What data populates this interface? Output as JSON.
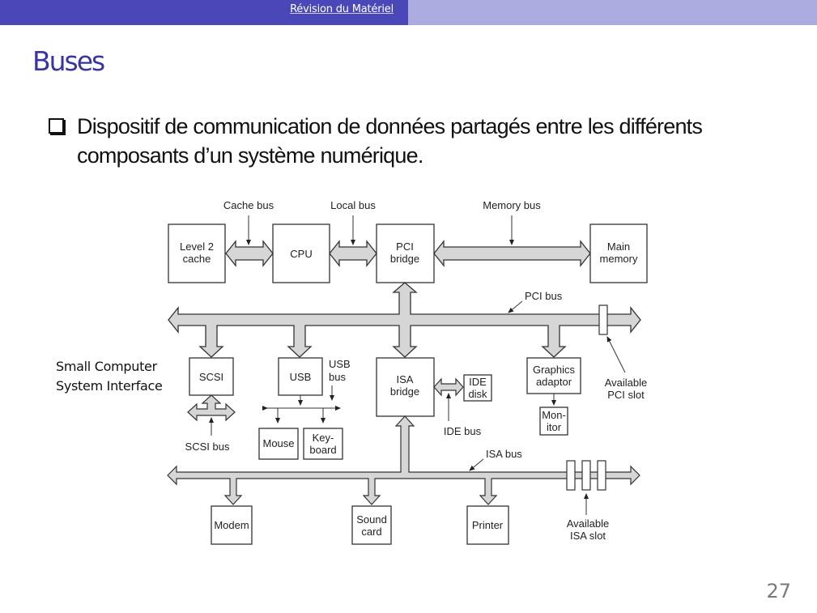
{
  "header": {
    "section_title": "Révision du Matériel",
    "colors": {
      "bar_dark": "#4a48b8",
      "bar_light": "#acabdf",
      "title": "#3734a6"
    }
  },
  "slide": {
    "title": "Buses",
    "bullet_icon": "checkbox-square-icon",
    "bullet_text": "Dispositif de communication de données partagés entre les différents composants d’un système numérique.",
    "side_annotation": [
      "Small Computer",
      "System Interface"
    ],
    "page_number": "27"
  },
  "diagram": {
    "components": {
      "l2cache": [
        "Level 2",
        "cache"
      ],
      "cpu": [
        "CPU"
      ],
      "pci_bridge": [
        "PCI",
        "bridge"
      ],
      "main_memory": [
        "Main",
        "memory"
      ],
      "scsi": [
        "SCSI"
      ],
      "usb": [
        "USB"
      ],
      "isa_bridge": [
        "ISA",
        "bridge"
      ],
      "ide_disk": [
        "IDE",
        "disk"
      ],
      "graphics": [
        "Graphics",
        "adaptor"
      ],
      "monitor": [
        "Mon-",
        "itor"
      ],
      "mouse": [
        "Mouse"
      ],
      "keyboard": [
        "Key-",
        "board"
      ],
      "modem": [
        "Modem"
      ],
      "sound_card": [
        "Sound",
        "card"
      ],
      "printer": [
        "Printer"
      ]
    },
    "labels": {
      "cache_bus": "Cache bus",
      "local_bus": "Local bus",
      "memory_bus": "Memory bus",
      "pci_bus": "PCI bus",
      "usb_bus": [
        "USB",
        "bus"
      ],
      "available_pci_slot": [
        "Available",
        "PCI slot"
      ],
      "ide_bus": "IDE bus",
      "scsi_bus": "SCSI bus",
      "isa_bus": "ISA bus",
      "available_isa_slot": [
        "Available",
        "ISA slot"
      ]
    }
  }
}
